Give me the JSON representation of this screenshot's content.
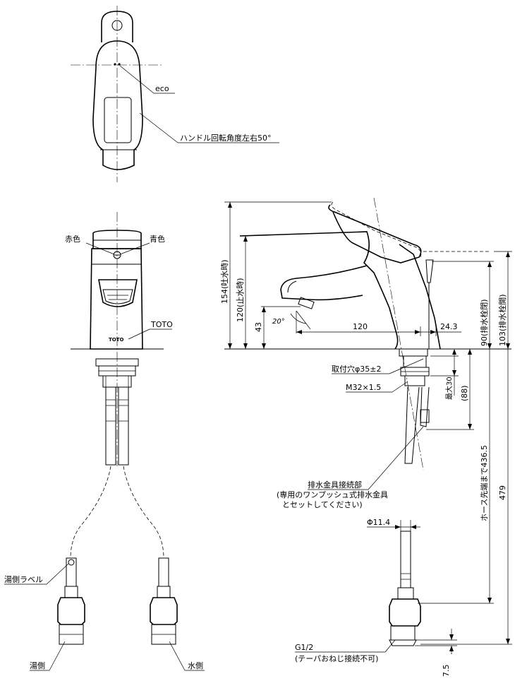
{
  "top_view": {
    "eco": "eco",
    "handle_angle": "ハンドル回転角度左右50°"
  },
  "front_view": {
    "red": "赤色",
    "blue": "青色",
    "brand": "TOTO",
    "body_brand": "TOTO",
    "hot_label": "湯側ラベル",
    "hot_side": "湯側",
    "cold_side": "水側"
  },
  "side_view": {
    "dim_154": "154(吐水時)",
    "dim_120_stop": "120(止水時)",
    "dim_43": "43",
    "angle_20": "20°",
    "dim_120": "120",
    "dim_24_3": "24.3",
    "dim_90": "90(排水栓閉)",
    "dim_103": "103(排水栓開)",
    "mount_hole": "取付穴φ35±2",
    "thread": "M32×1.5",
    "max_30": "最大30",
    "dim_88": "(88)",
    "hose_to_end": "ホース先端まで436.5",
    "dim_479": "479",
    "drain_conn": "排水金具接続部",
    "drain_note_1": "(専用のワンプッシュ式排水金具",
    "drain_note_2": "とセットしてください)",
    "phi_11_4": "Φ11.4",
    "g_half": "G1/2",
    "taper_note": "(テーパおねじ接続不可)",
    "dim_7_5": "7.5"
  }
}
